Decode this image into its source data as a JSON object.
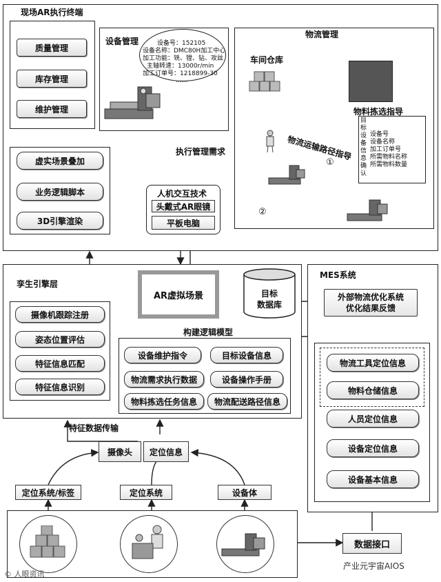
{
  "ar_terminal": {
    "title": "现场AR执行终端",
    "menu": [
      "质量管理",
      "库存管理",
      "维护管理"
    ],
    "device_mgmt": {
      "title": "设备管理",
      "info": [
        "设备号：152105",
        "设备名称：DMC80H加工中心",
        "加工功能：铣、镗、钻、攻丝",
        "主轴转速：13000r/min",
        "加工订单号：1218899-30",
        "……"
      ]
    },
    "render_stack": [
      "虚实场景叠加",
      "业务逻辑脚本",
      "3D引擎渲染"
    ],
    "hci": {
      "title": "人机交互技术",
      "items": [
        "头戴式AR眼镜",
        "平板电脑"
      ]
    },
    "exec_need": "执行管理需求"
  },
  "logistics": {
    "title": "物流管理",
    "warehouse": "车间仓库",
    "picking": "物料拣选指导",
    "route": "物流运输路径指导",
    "marker1": "①",
    "marker2": "②",
    "info_vertical": [
      "目",
      "标",
      "设",
      "备",
      "信",
      "息",
      "确",
      "认"
    ],
    "info_list": [
      "设备号",
      "设备名称",
      "加工订单号",
      "所需物料名称",
      "所需物料数量"
    ]
  },
  "twin": {
    "title": "孪生引擎层",
    "tracking": [
      "摄像机跟踪注册",
      "姿态位置评估",
      "特征信息匹配",
      "特征信息识别"
    ],
    "scene": "AR虚拟场景",
    "db": [
      "目标",
      "数据库"
    ],
    "logic_title": "构建逻辑模型",
    "logic_items": [
      "设备维护指令",
      "目标设备信息",
      "物流需求执行数据",
      "设备操作手册",
      "物料拣选任务信息",
      "物流配送路径信息"
    ]
  },
  "mes": {
    "title": "MES系统",
    "feedback": [
      "外部物流优化系统",
      "优化结果反馈"
    ],
    "items": [
      "物流工具定位信息",
      "物料仓储信息",
      "人员定位信息",
      "设备定位信息",
      "设备基本信息"
    ]
  },
  "bottom": {
    "feature_transfer": "特征数据传输",
    "camera": "摄像头",
    "locinfo": "定位信息",
    "sources": [
      "定位系统/标签",
      "定位系统",
      "设备体"
    ],
    "data_port": "数据接口"
  },
  "watermarks": {
    "left": "© 人眼资讯",
    "right": "产业元宇宙AIOS"
  }
}
